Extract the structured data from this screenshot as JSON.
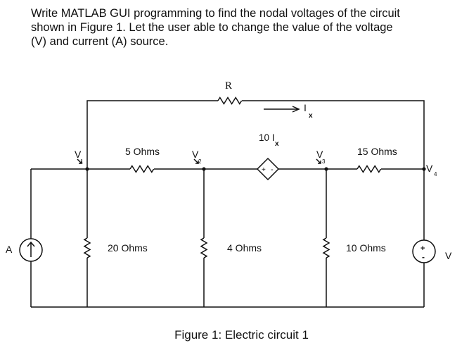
{
  "question": {
    "line1": "Write MATLAB GUI programming to find the nodal voltages of the circuit",
    "line2": "shown in Figure 1. Let the user able to change the value of the voltage",
    "line3": "(V) and current (A) source."
  },
  "circuit": {
    "r_label": "R",
    "ix_label": "I",
    "ix_sub": "x",
    "dep_label": "10 I",
    "dep_sub": "x",
    "dep_plus": "+",
    "dep_minus": "-",
    "v1": "V",
    "v1_sub": "1",
    "v2": "V",
    "v2_sub": "2",
    "v3": "V",
    "v3_sub": "3",
    "v4": "V",
    "v4_sub": "4",
    "r12": "5 Ohms",
    "r34": "15 Ohms",
    "r1g": "20 Ohms",
    "r2g": "4 Ohms",
    "r3g": "10 Ohms",
    "current_source_label": "A",
    "voltage_source_label": "V",
    "vs_plus": "+",
    "vs_minus": "-"
  },
  "caption": "Figure 1: Electric circuit 1"
}
